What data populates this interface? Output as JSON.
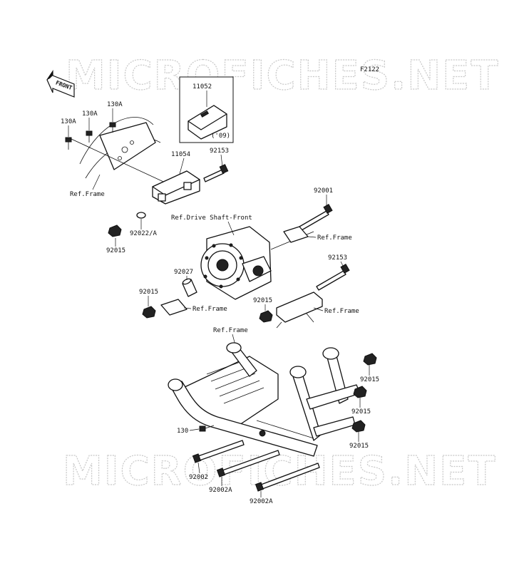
{
  "watermark": "MICROFICHES.NET",
  "figure_code": "F2122",
  "front_label": "FRONT",
  "callouts": {
    "c130a_1": "130A",
    "c130a_2": "130A",
    "c130a_3": "130A",
    "c11052": "11052",
    "c09": "('09)",
    "c11054": "11054",
    "c92153_top": "92153",
    "c_refframe_1": "Ref.Frame",
    "c92022a": "92022/A",
    "c92015_1": "92015",
    "c92001": "92001",
    "c_refdrive": "Ref.Drive Shaft-Front",
    "c_refframe_2": "Ref.Frame",
    "c92153_mid": "92153",
    "c92027": "92027",
    "c92015_2": "92015",
    "c_refframe_3": "Ref.Frame",
    "c92015_3": "92015",
    "c_refframe_4": "Ref.Frame",
    "c_refframe_5": "Ref.Frame",
    "c92015_4": "92015",
    "c92015_5": "92015",
    "c92015_6": "92015",
    "c130": "130",
    "c92002": "92002",
    "c92002a_1": "92002A",
    "c92002a_2": "92002A"
  }
}
